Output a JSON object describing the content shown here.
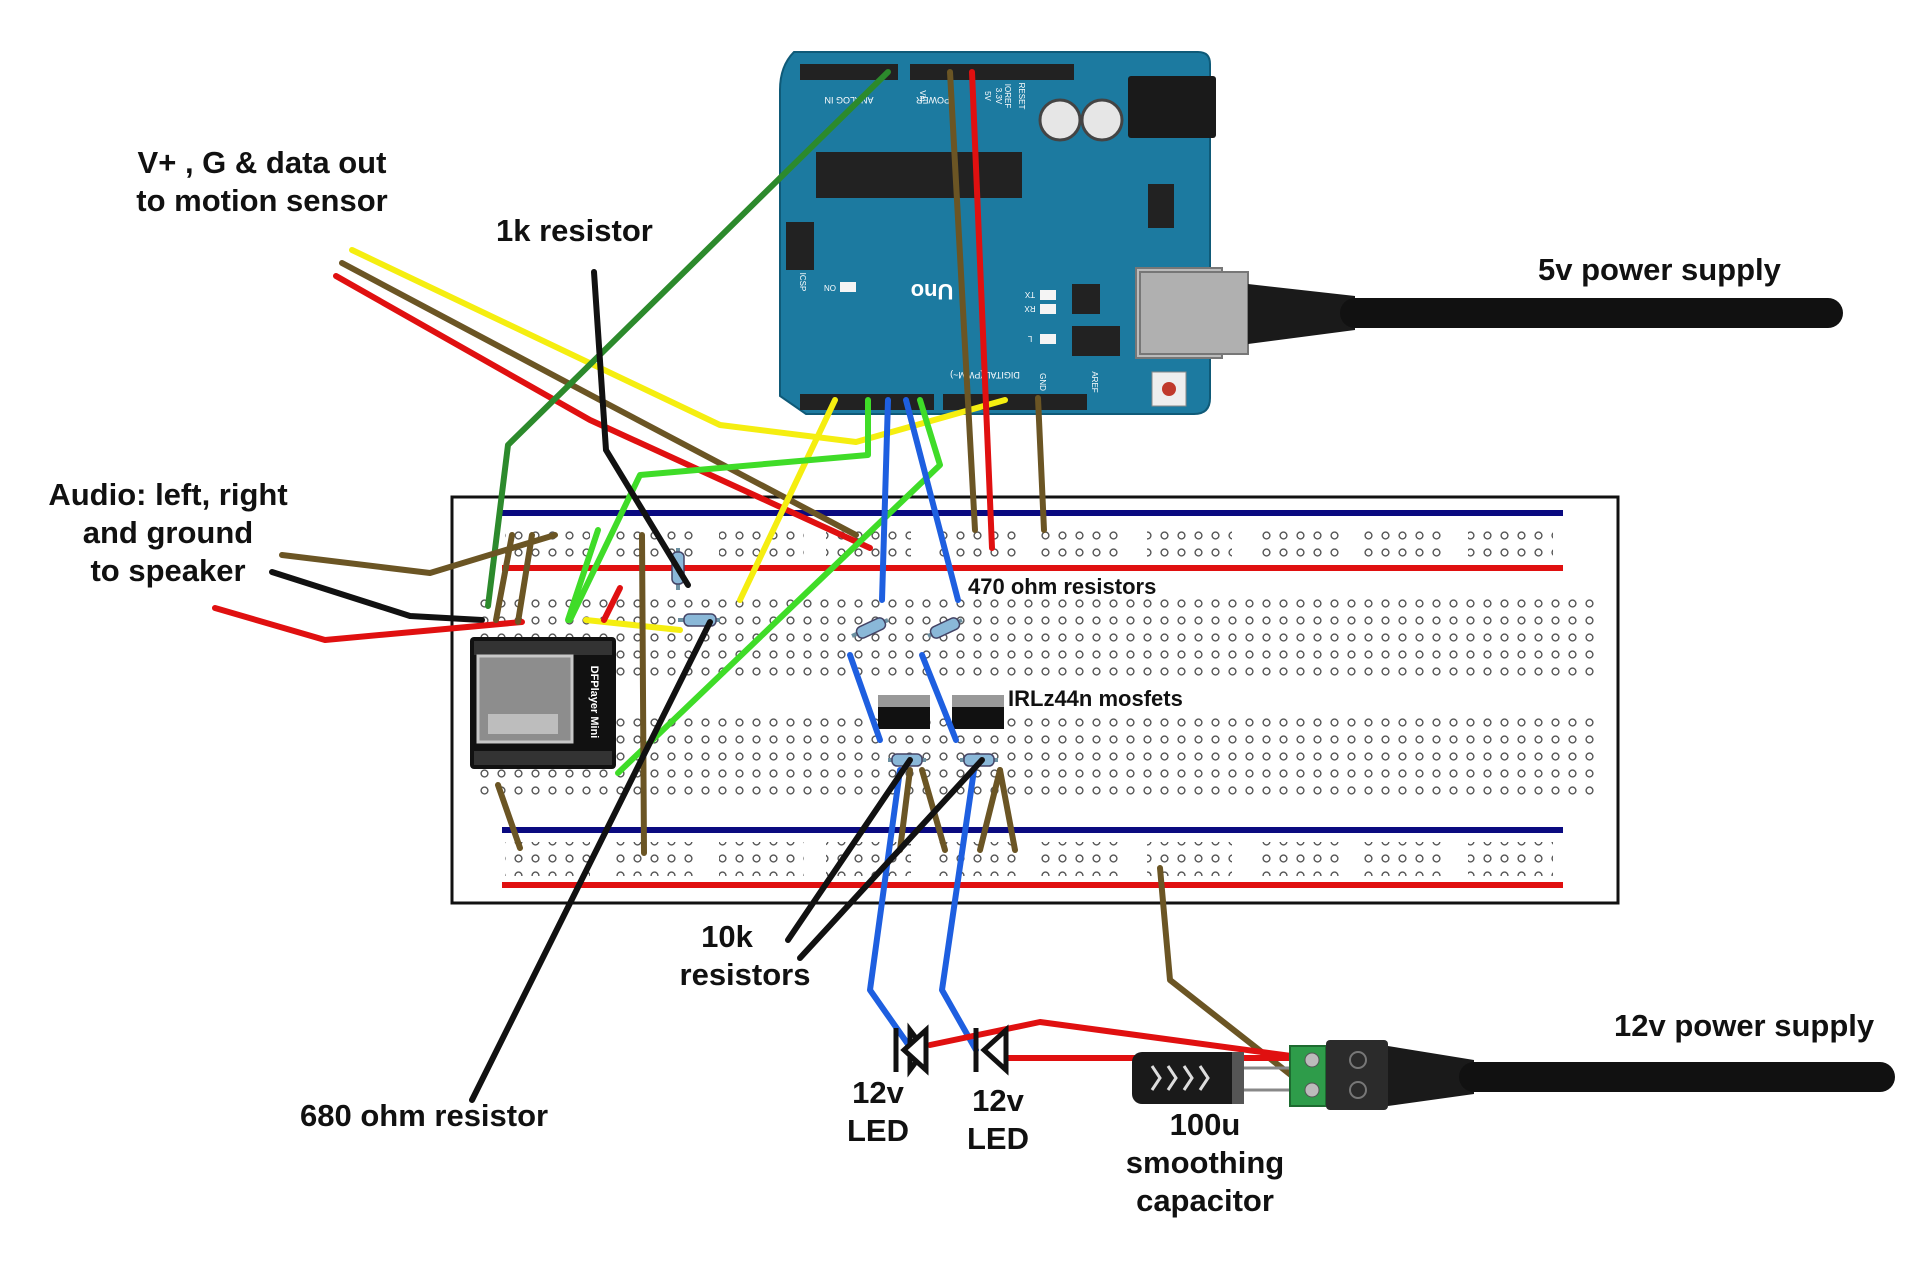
{
  "labels": {
    "motion_sensor": [
      "V+ , G & data out",
      "to motion sensor"
    ],
    "resistor_1k": "1k resistor",
    "audio": [
      "Audio: left, right",
      "and ground",
      "to speaker"
    ],
    "resistors_470": "470 ohm resistors",
    "mosfets": "IRLz44n mosfets",
    "resistors_10k": [
      "10k",
      "resistors"
    ],
    "resistor_680": "680 ohm resistor",
    "led_1": [
      "12v",
      "LED"
    ],
    "led_2": [
      "12v",
      "LED"
    ],
    "capacitor": [
      "100u",
      "smoothing",
      "capacitor"
    ],
    "supply_5v": "5v power supply",
    "supply_12v": "12v power supply"
  },
  "board": {
    "uno_logo": "Uno",
    "header_analog": "ANALOG IN",
    "header_power": "POWER",
    "header_digital": "DIGITAL (PWM~)",
    "icsp": "ICSP",
    "on": "ON",
    "tx": "TX",
    "rx": "RX",
    "l": "L",
    "aref": "AREF",
    "gnd": "GND",
    "ioref": "IOREF",
    "reset": "RESET",
    "pin_3v3": "3.3V",
    "pin_5v": "5V",
    "vin": "Vin"
  },
  "module": {
    "name": "DFPlayer Mini"
  },
  "colors": {
    "board_teal": "#1c7aa0",
    "wire_red": "#e01010",
    "wire_yellow": "#f5ee10",
    "wire_brown": "#6b5524",
    "wire_green": "#2c8a2c",
    "wire_lime": "#3fdc28",
    "wire_blue": "#1e5fe0",
    "wire_black": "#111111",
    "rail_blue": "#0a0a80",
    "rail_red": "#e01010"
  }
}
